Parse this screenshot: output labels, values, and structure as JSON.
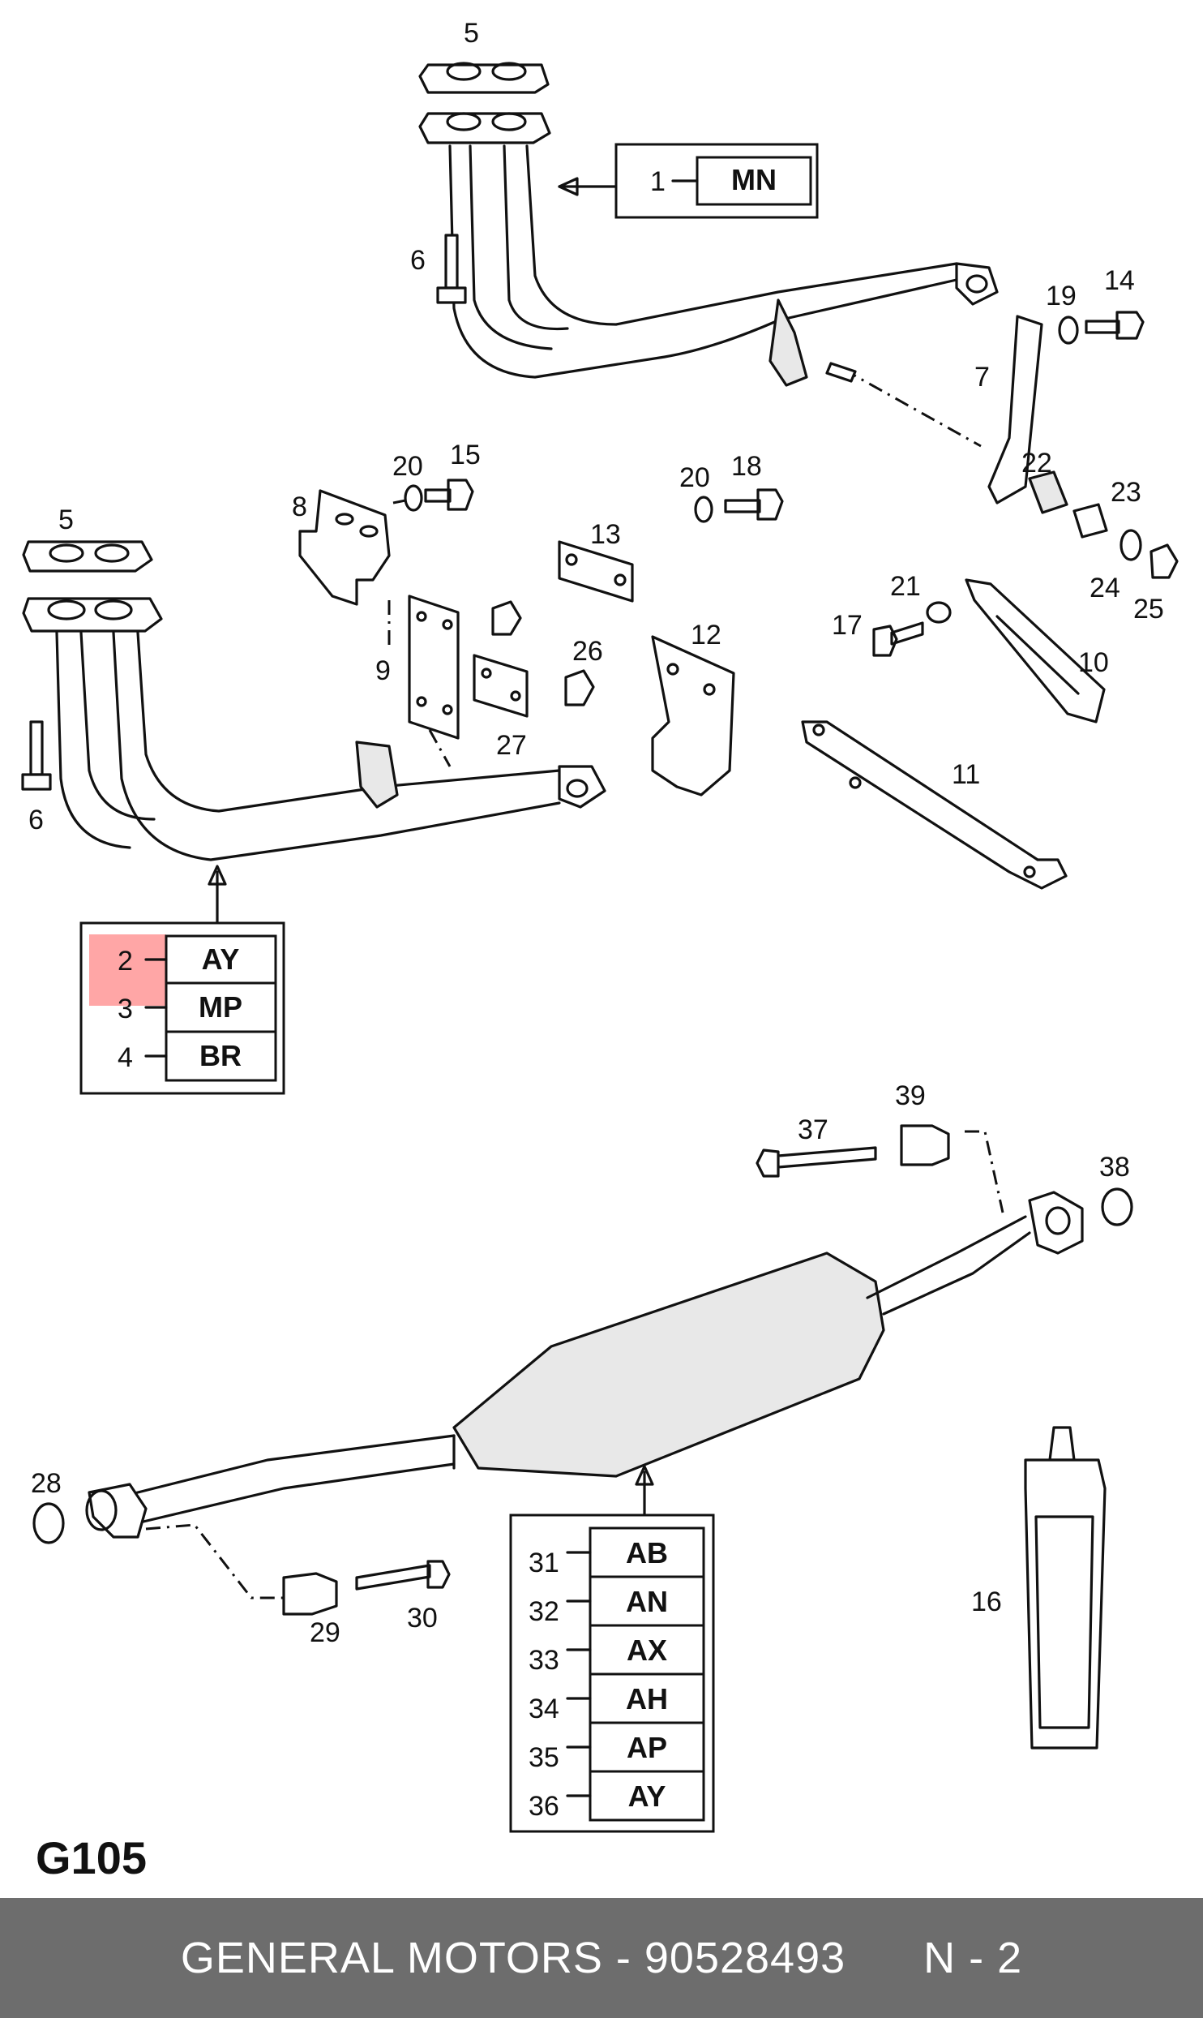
{
  "figure": {
    "page_code": "G105",
    "callouts": [
      "1",
      "2",
      "3",
      "4",
      "5",
      "6",
      "7",
      "8",
      "9",
      "10",
      "11",
      "12",
      "13",
      "14",
      "15",
      "16",
      "17",
      "18",
      "19",
      "20",
      "21",
      "22",
      "23",
      "24",
      "25",
      "26",
      "27",
      "28",
      "29",
      "30",
      "37",
      "38",
      "39"
    ],
    "variant_tables": {
      "part_1": {
        "rows": [
          {
            "num": "1",
            "code": "MN"
          }
        ]
      },
      "part_2": {
        "rows": [
          {
            "num": "2",
            "code": "AY"
          },
          {
            "num": "3",
            "code": "MP"
          },
          {
            "num": "4",
            "code": "BR"
          }
        ]
      },
      "muffler": {
        "rows": [
          {
            "num": "31",
            "code": "AB"
          },
          {
            "num": "32",
            "code": "AN"
          },
          {
            "num": "33",
            "code": "AX"
          },
          {
            "num": "34",
            "code": "AH"
          },
          {
            "num": "35",
            "code": "AP"
          },
          {
            "num": "36",
            "code": "AY"
          }
        ]
      }
    },
    "highlight_color": "#ff6b6b"
  },
  "footer": {
    "text": "GENERAL MOTORS - 90528493      N - 2",
    "background": "#6d6d6d"
  }
}
